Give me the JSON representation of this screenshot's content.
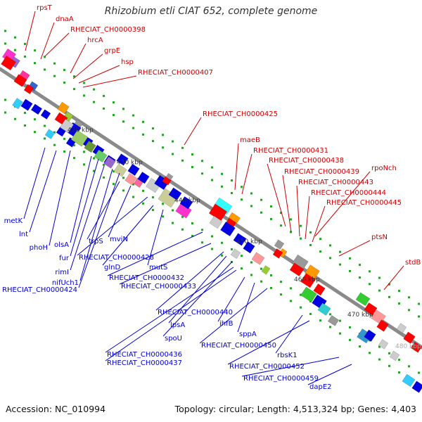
{
  "title": "Rhizobium etli CIAT 652, complete genome",
  "footer": {
    "accession": "Accession: NC_010994",
    "summary": "Topology: circular; Length: 4,513,324 bp; Genes: 4,403"
  },
  "colors": {
    "forward_gene": "#e50000",
    "reverse_gene": "#0000e0",
    "forward_label": "#cc0000",
    "reverse_label": "#0000cc",
    "backbone": "#8a8a8a",
    "tick": "#2aa02a"
  },
  "diagram": {
    "kbp_marks": [
      "420 kbp",
      "430 kbp",
      "440 kbp",
      "450 kbp",
      "460 kbp",
      "470 kbp",
      "480 kbp"
    ],
    "forward_labels": [
      "rpsT",
      "dnaA",
      "RHECIAT_CH0000398",
      "hrcA",
      "grpE",
      "hsp",
      "RHECIAT_CH0000407",
      "RHECIAT_CH0000425",
      "maeB",
      "RHECIAT_CH0000431",
      "RHECIAT_CH0000438",
      "RHECIAT_CH0000439",
      "rpoNch",
      "RHECIAT_CH0000443",
      "RHECIAT_CH0000444",
      "RHECIAT_CH0000445",
      "ptsN",
      "stdB"
    ],
    "reverse_labels": [
      "metK",
      "lnt",
      "phoH",
      "olsA",
      "fur",
      "rimI",
      "nifUch1",
      "RHECIAT_CH0000424",
      "trpS",
      "mviN",
      "RHECIAT_CH0000428",
      "glnD",
      "mutS",
      "RHECIAT_CH0000432",
      "RHECIAT_CH0000433",
      "RHECIAT_CH0000440",
      "lpsA",
      "spoU",
      "RHECIAT_CH0000436",
      "RHECIAT_CH0000437",
      "ihfB",
      "sppA",
      "RHECIAT_CH0000450",
      "rbsK1",
      "RHECIAT_CH0000452",
      "RHECIAT_CH0000459",
      "dapE2"
    ]
  }
}
